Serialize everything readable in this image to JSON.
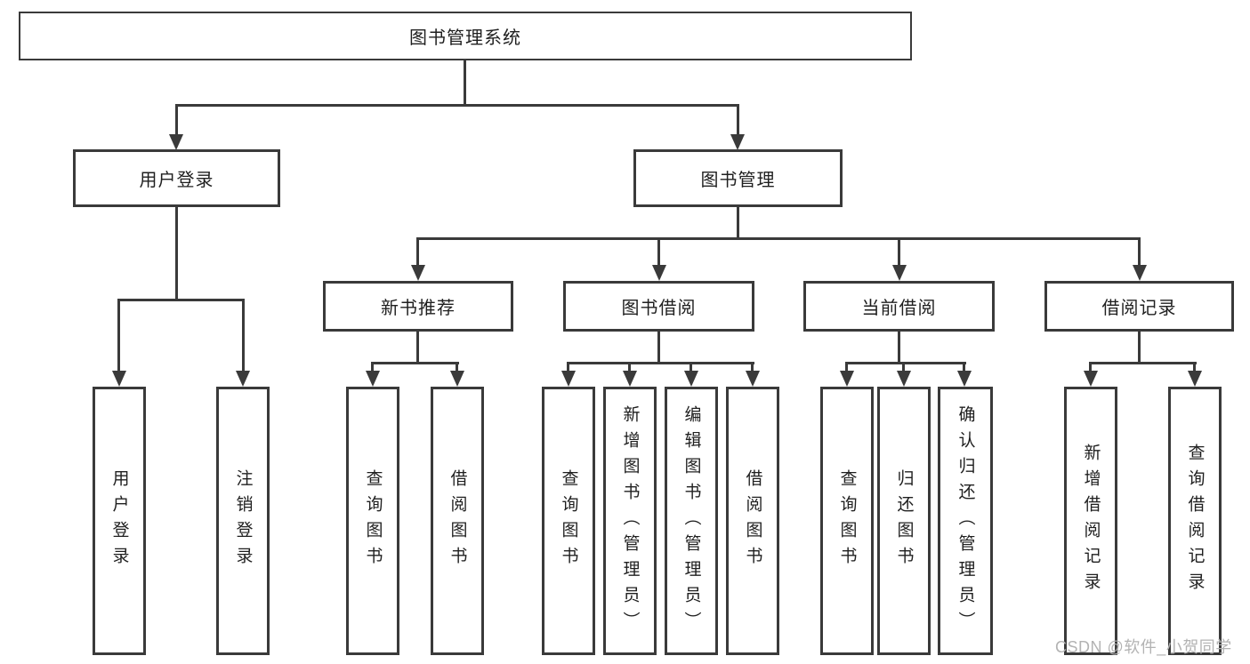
{
  "colors": {
    "line": "#3a3a3a",
    "text": "#1f1f1f",
    "box_fill": "#ffffff",
    "watermark": "#b3b3b3"
  },
  "nodes": {
    "root": "图书管理系统",
    "user_login": "用户登录",
    "book_management": "图书管理",
    "new_book_recommend": "新书推荐",
    "book_borrowing": "图书借阅",
    "current_borrowing": "当前借阅",
    "borrowing_records": "借阅记录",
    "leaf_user_login": "用户登录",
    "leaf_logout": "注销登录",
    "leaf_nb_query": "查询图书",
    "leaf_nb_borrow": "借阅图书",
    "leaf_bb_query": "查询图书",
    "leaf_bb_add": "新增图书（管理员）",
    "leaf_bb_edit": "编辑图书（管理员）",
    "leaf_bb_borrow": "借阅图书",
    "leaf_cb_query": "查询图书",
    "leaf_cb_return": "归还图书",
    "leaf_cb_confirm": "确认归还（管理员）",
    "leaf_br_add": "新增借阅记录",
    "leaf_br_query": "查询借阅记录"
  },
  "watermark": "CSDN @软件_小贺同学"
}
